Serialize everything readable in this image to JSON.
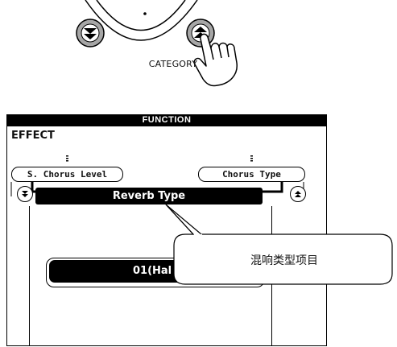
{
  "dial": {
    "category_label": "CATEGORY",
    "down_button_icon": "double-chevron-down-icon",
    "up_button_icon": "double-chevron-up-icon",
    "hand_icon": "pointing-hand-icon"
  },
  "panel": {
    "title": "FUNCTION",
    "section_label": "EFFECT",
    "left_param": "S. Chorus Level",
    "right_param": "Chorus Type",
    "current_param": "Reverb Type",
    "value": "01(Hal"
  },
  "callout": {
    "text": "混响类型项目"
  },
  "colors": {
    "button_fill": "#a6a6a6",
    "ink": "#000000"
  }
}
